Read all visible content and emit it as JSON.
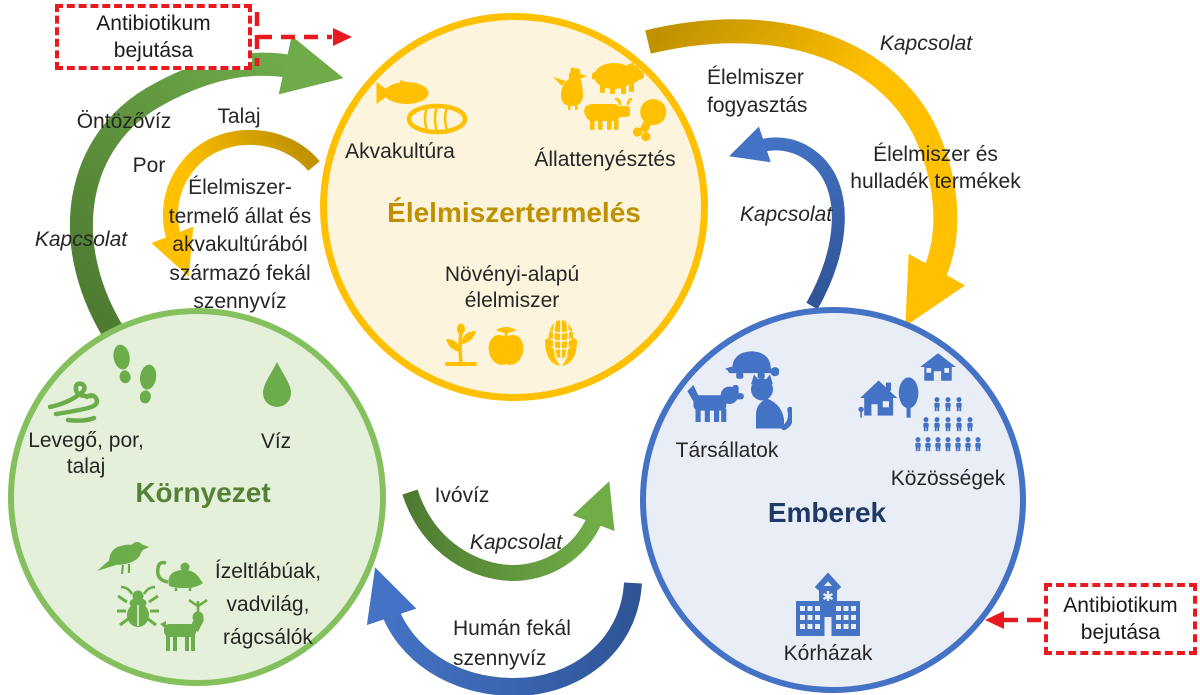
{
  "colors": {
    "gold": "#FFC000",
    "gold_dark": "#BF9000",
    "food_fill": "#FCF4DC",
    "green_light": "#85C05E",
    "green": "#70AD47",
    "green_dark": "#4E7B31",
    "green_title": "#538135",
    "env_fill": "#E4F0DA",
    "blue": "#4472C4",
    "blue_dark": "#2F5597",
    "navy_title": "#1F3864",
    "people_fill": "#E9EDF5",
    "red": "#E8191F",
    "text": "#262626"
  },
  "antibiotic_top": {
    "label": "Antibiotikum bejutása"
  },
  "antibiotic_bottom": {
    "label": "Antibiotikum bejutása"
  },
  "food_circle": {
    "title": "Élelmiszertermelés",
    "aquaculture": "Akvakultúra",
    "livestock": "Állattenyésztés",
    "plant_based": "Növényi-alapú élelmiszer",
    "icons": [
      "fish-icon",
      "bread-icon",
      "chicken-icon",
      "pig-icon",
      "cow-icon",
      "drumstick-icon",
      "seedling-icon",
      "apple-icon",
      "corn-icon"
    ]
  },
  "environment_circle": {
    "title": "Környezet",
    "air_soil": "Levegő, por, talaj",
    "water": "Víz",
    "wildlife": "Ízeltlábúak, vadvilág, rágcsálók",
    "icons": [
      "wind-icon",
      "footprints-icon",
      "water-drop-icon",
      "bird-icon",
      "rodent-icon",
      "beetle-icon",
      "deer-icon"
    ]
  },
  "people_circle": {
    "title": "Emberek",
    "pets": "Társállatok",
    "communities": "Közösségek",
    "hospitals": "Kórházak",
    "icons": [
      "turtle-icon",
      "dog-icon",
      "cat-icon",
      "house-tree-icon",
      "house-icon",
      "crowd-icon",
      "hospital-icon"
    ]
  },
  "flow_labels": {
    "irrigation": "Öntözővíz",
    "soil": "Talaj",
    "dust": "Por",
    "link_env_food": "Kapcsolat",
    "animal_fecal": "Élelmiszer-termelő állat és akvakultúrából származó fekál szennyvíz",
    "link_food_people": "Kapcsolat",
    "food_consumption": "Élelmiszer fogyasztás",
    "food_waste": "Élelmiszer és hulladék termékek",
    "link_people_food": "Kapcsolat",
    "drinking_water": "Ivóvíz",
    "link_env_people": "Kapcsolat",
    "human_fecal": "Humán fekál szennyvíz"
  }
}
